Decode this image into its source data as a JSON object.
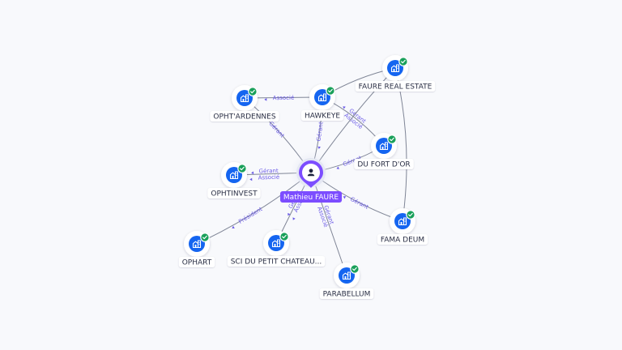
{
  "graph": {
    "center": {
      "label": "Mathieu FAURE",
      "icon": "person-icon"
    },
    "companies": [
      {
        "id": "faure-real-estate",
        "label": "FAURE REAL ESTATE",
        "icon": "company-icon",
        "verified": true
      },
      {
        "id": "hawkeye",
        "label": "HAWKEYE",
        "icon": "company-icon",
        "verified": true
      },
      {
        "id": "ophtardennes",
        "label": "OPHT'ARDENNES",
        "icon": "company-icon",
        "verified": true
      },
      {
        "id": "du-fort-dor",
        "label": "DU FORT D'OR",
        "icon": "company-icon",
        "verified": true
      },
      {
        "id": "ophtinvest",
        "label": "OPHTINVEST",
        "icon": "company-icon",
        "verified": true
      },
      {
        "id": "fama-deum",
        "label": "FAMA DEUM",
        "icon": "company-icon",
        "verified": true
      },
      {
        "id": "ophart",
        "label": "OPHART",
        "icon": "company-icon",
        "verified": true
      },
      {
        "id": "sci-du-petit-chateau",
        "label": "SCI DU PETIT CHATEAU...",
        "icon": "company-icon",
        "verified": true
      },
      {
        "id": "parabellum",
        "label": "PARABELLUM",
        "icon": "company-icon",
        "verified": true
      }
    ],
    "edges": [
      {
        "from": "center",
        "to": "hawkeye",
        "labels": [
          "Gérant"
        ]
      },
      {
        "from": "center",
        "to": "ophtardennes",
        "labels": [
          "Gérant"
        ]
      },
      {
        "from": "hawkeye",
        "to": "ophtardennes",
        "labels": [
          "Associé"
        ]
      },
      {
        "from": "hawkeye",
        "to": "faure-real-estate",
        "labels": []
      },
      {
        "from": "hawkeye",
        "to": "du-fort-dor",
        "labels": [
          "Gérant",
          "Associé"
        ]
      },
      {
        "from": "center",
        "to": "du-fort-dor",
        "labels": [
          "Gérant"
        ]
      },
      {
        "from": "center",
        "to": "faure-real-estate",
        "labels": []
      },
      {
        "from": "center",
        "to": "ophtinvest",
        "labels": [
          "Gérant",
          "Associé"
        ]
      },
      {
        "from": "center",
        "to": "fama-deum",
        "labels": [
          "Gérant"
        ]
      },
      {
        "from": "center",
        "to": "ophart",
        "labels": [
          "Président"
        ]
      },
      {
        "from": "center",
        "to": "sci-du-petit-chateau",
        "labels": [
          "Gérant",
          "Associé"
        ]
      },
      {
        "from": "center",
        "to": "parabellum",
        "labels": [
          "Gérant",
          "Associé"
        ]
      },
      {
        "from": "faure-real-estate",
        "to": "fama-deum",
        "labels": []
      }
    ]
  }
}
